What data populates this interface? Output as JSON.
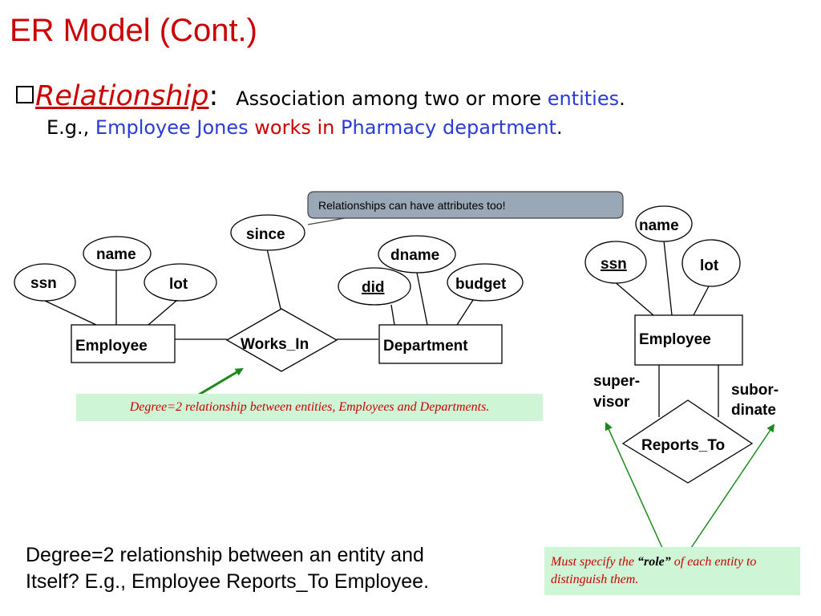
{
  "slide": {
    "title": "ER Model (Cont.)",
    "term": "Relationship",
    "colon": ":",
    "definition_prefix": "Association among two or more ",
    "definition_entities": "entities",
    "definition_period": ".",
    "example_prefix": "E.g., ",
    "example_entity1": "Employee Jones",
    "example_rel": "works in",
    "example_entity2": "Pharmacy department",
    "example_period": "."
  },
  "diagram_left": {
    "entities": {
      "employee": "Employee",
      "department": "Department"
    },
    "relationship": "Works_In",
    "attributes": {
      "ssn": "ssn",
      "name": "name",
      "lot": "lot",
      "since": "since",
      "did": "did",
      "dname": "dname",
      "budget": "budget"
    },
    "callout": "Relationships can have attributes too!",
    "note": "Degree=2 relationship between entities, Employees and Departments."
  },
  "diagram_right": {
    "entity": "Employee",
    "relationship": "Reports_To",
    "attributes": {
      "ssn": "ssn",
      "name": "name",
      "lot": "lot"
    },
    "role_supervisor": [
      "super-",
      "visor"
    ],
    "role_subordinate": [
      "subor-",
      "dinate"
    ],
    "note_prefix": "Must specify the ",
    "note_role": "“role”",
    "note_suffix": " of each entity to distinguish them."
  },
  "question": {
    "line1": "Degree=2 relationship between an entity and",
    "line2": "Itself?  E.g., Employee Reports_To Employee."
  },
  "colors": {
    "title": "#cc0000",
    "keyword_blue": "#2a3cd8",
    "arrow_green": "#1a8a1a",
    "note_bg": "#cef5d6",
    "callout_bg": "#9aa7b7"
  }
}
